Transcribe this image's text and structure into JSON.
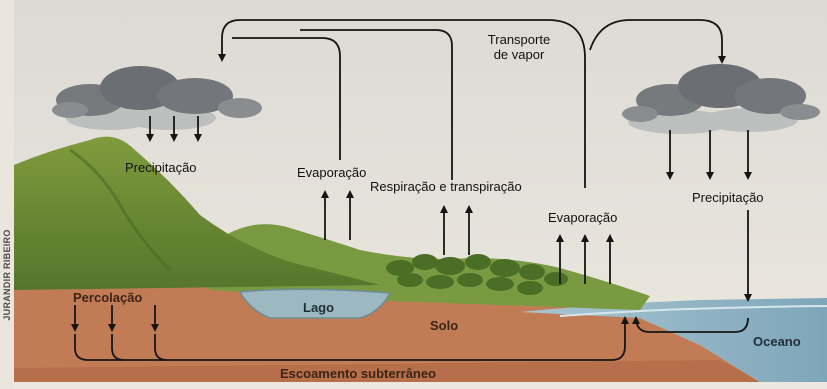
{
  "credit": "JURANDIR RIBEIRO",
  "labels": {
    "transport_line1": "Transporte",
    "transport_line2": "de vapor",
    "precip_left": "Precipitação",
    "precip_right": "Precipitação",
    "evaporation_land": "Evaporação",
    "respiration": "Respiração e transpiração",
    "evaporation_ocean": "Evaporação",
    "percolation": "Percolação",
    "lake": "Lago",
    "soil": "Solo",
    "ocean": "Oceano",
    "groundwater": "Escoamento subterrâneo"
  },
  "colors": {
    "sky": "#e4e2db",
    "soil": "#c27c55",
    "hill": "#6a8a35",
    "ocean": "#8fb3c4",
    "cloud": "#6b6e72",
    "arrow": "#151515"
  }
}
